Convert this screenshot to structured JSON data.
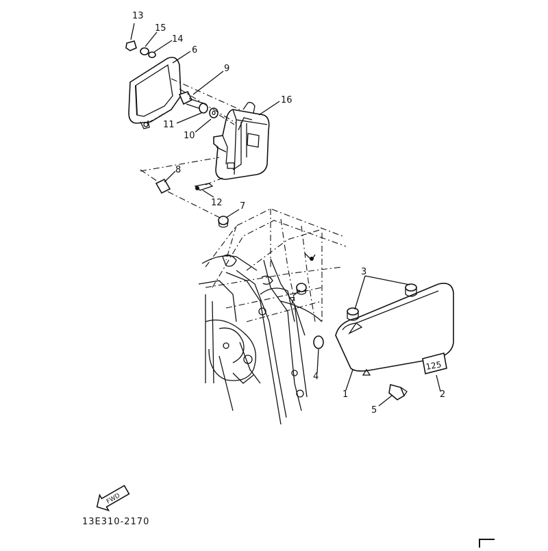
{
  "diagram": {
    "callouts": [
      "13",
      "15",
      "14",
      "6",
      "9",
      "16",
      "11",
      "10",
      "8",
      "12",
      "7",
      "7",
      "3",
      "4",
      "1",
      "2",
      "5"
    ],
    "fwd_label": "FWD",
    "emblem_text": "125",
    "drawing_code": "13E310-2170"
  },
  "colors": {
    "ink": "#111111",
    "paper": "#ffffff"
  }
}
